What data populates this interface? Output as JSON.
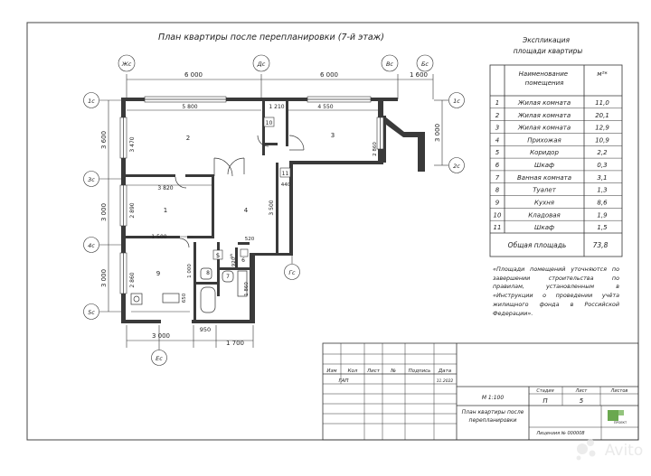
{
  "plan": {
    "title": "План квартиры после перепланировки (7-й этаж)",
    "axes_top": [
      "Жс",
      "Дс",
      "Вс",
      "Бс"
    ],
    "axes_bottom": [
      "Ес",
      "Гс"
    ],
    "axes_left": [
      "1с",
      "3с",
      "4с",
      "5с"
    ],
    "axes_right": [
      "1с",
      "2с"
    ],
    "top_dims": [
      "6 000",
      "6 000",
      "1 600"
    ],
    "left_dims": [
      "3 600",
      "3 000",
      "3 000"
    ],
    "right_dims": [
      "3 000"
    ],
    "bottom_dims": [
      "3 000",
      "950",
      "1 700"
    ],
    "inner_dims": [
      "5 800",
      "1 210",
      "4 550",
      "3 470",
      "2 890",
      "3 820",
      "3 500",
      "2 860",
      "1 500",
      "1 000",
      "1 860",
      "2 860",
      "650",
      "520",
      "920",
      "440",
      "600"
    ],
    "room_numbers": [
      "2",
      "3",
      "1",
      "4",
      "5",
      "6",
      "7",
      "8",
      "9",
      "10",
      "11"
    ]
  },
  "explication": {
    "title_line1": "Экспликация",
    "title_line2": "площади квартиры",
    "header_name": "Наименование помещения",
    "header_area": "м²*",
    "rows": [
      {
        "n": "1",
        "name": "Жилая комната",
        "area": "11,0"
      },
      {
        "n": "2",
        "name": "Жилая комната",
        "area": "20,1"
      },
      {
        "n": "3",
        "name": "Жилая комната",
        "area": "12,9"
      },
      {
        "n": "4",
        "name": "Прихожая",
        "area": "10,9"
      },
      {
        "n": "5",
        "name": "Коридор",
        "area": "2,2"
      },
      {
        "n": "6",
        "name": "Шкаф",
        "area": "0,3"
      },
      {
        "n": "7",
        "name": "Ванная комната",
        "area": "3,1"
      },
      {
        "n": "8",
        "name": "Туалет",
        "area": "1,3"
      },
      {
        "n": "9",
        "name": "Кухня",
        "area": "8,6"
      },
      {
        "n": "10",
        "name": "Кладовая",
        "area": "1,9"
      },
      {
        "n": "11",
        "name": "Шкаф",
        "area": "1,5"
      }
    ],
    "total_label": "Общая площадь",
    "total_value": "73,8",
    "note": "«Площади помещений уточняются по завершении строительства по правилам, установленным в «Инструкции о проведении учёта жилищного фонда в Российской Федерации»."
  },
  "stamp": {
    "col_izm": "Изм",
    "col_kol": "Кол",
    "col_list": "Лист",
    "col_ndoc": "№",
    "col_sign": "Подпись",
    "col_date": "Дата",
    "role": "ГАП",
    "date_value": "11.2022",
    "scale": "М 1:100",
    "stage_label": "Стадия",
    "sheet_label": "Лист",
    "sheets_label": "Листов",
    "stage_value": "П",
    "sheet_value": "5",
    "doc_title": "План квартиры после перепланировки",
    "license": "Лицензия № 000008",
    "logo_text": "ПРОЕКТ"
  },
  "watermark": {
    "text": "Avito"
  }
}
